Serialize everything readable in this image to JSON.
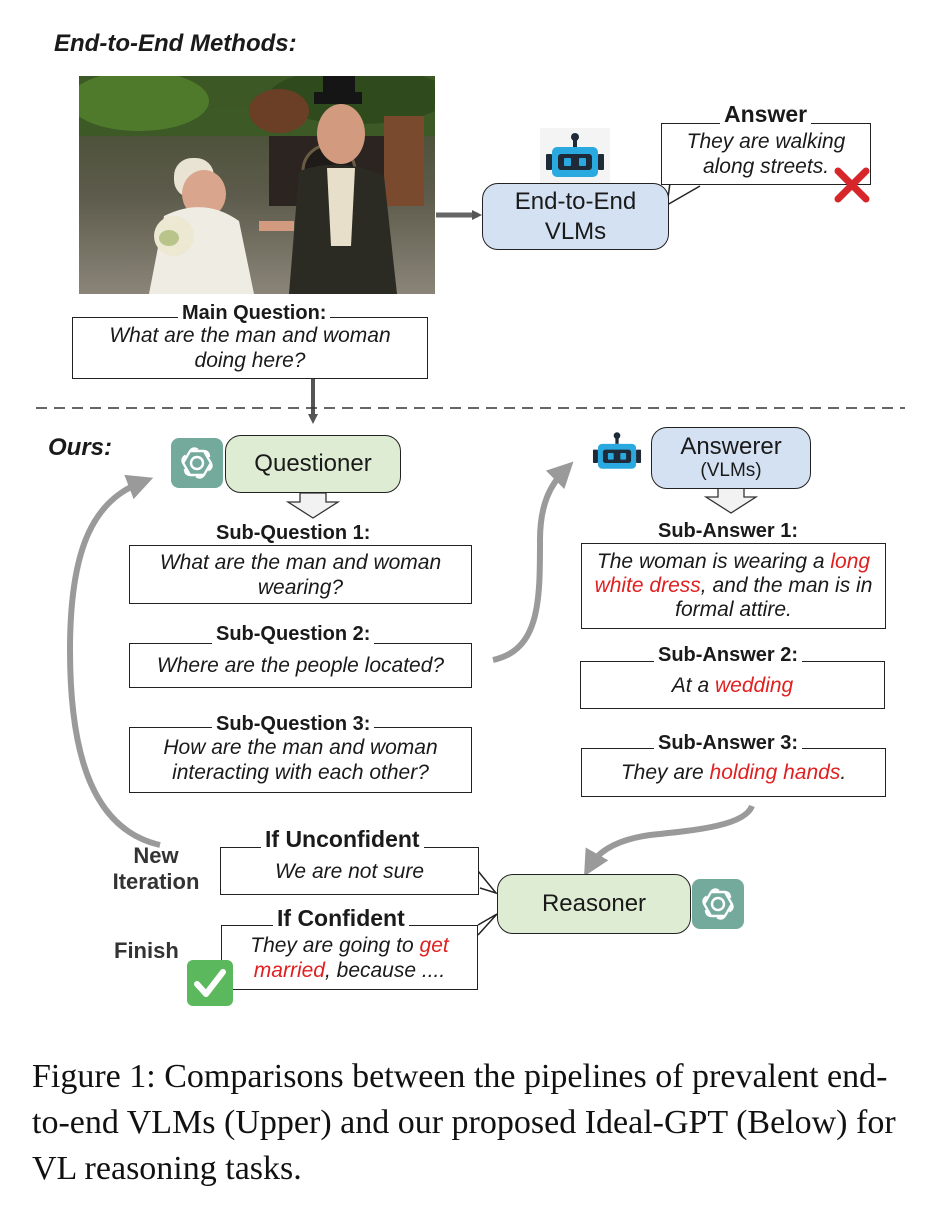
{
  "upper": {
    "section_title": "End-to-End Methods:",
    "vlm_label_line1": "End-to-End",
    "vlm_label_line2": "VLMs",
    "answer_label": "Answer",
    "answer_text": "They are walking along streets.",
    "main_question_label": "Main Question:",
    "main_question_text": "What are the man and woman doing here?",
    "wrong_mark": "✕"
  },
  "ours": {
    "section_title": "Ours:",
    "questioner_label": "Questioner",
    "answerer_label": "Answerer",
    "answerer_sub": "(VLMs)",
    "reasoner_label": "Reasoner",
    "sub_questions": [
      {
        "label": "Sub-Question 1:",
        "text": "What are the man and woman wearing?"
      },
      {
        "label": "Sub-Question 2:",
        "text": "Where are the people located?"
      },
      {
        "label": "Sub-Question 3:",
        "text": "How are the man and woman interacting with each other?"
      }
    ],
    "sub_answers": [
      {
        "label": "Sub-Answer 1:",
        "pre": "The woman is wearing a ",
        "highlight": "long white dress",
        "post": ", and the man is in formal attire."
      },
      {
        "label": "Sub-Answer 2:",
        "pre": "At a ",
        "highlight": "wedding",
        "post": ""
      },
      {
        "label": "Sub-Answer 3:",
        "pre": "They are ",
        "highlight": "holding hands",
        "post": "."
      }
    ],
    "unconfident_label": "If Unconfident",
    "unconfident_text": "We are not sure",
    "confident_label": "If Confident",
    "confident_pre": "They are going to ",
    "confident_highlight": "get married",
    "confident_post": ", because ....",
    "new_iteration_line1": "New",
    "new_iteration_line2": "Iteration",
    "finish_label": "Finish",
    "check_mark": "✓"
  },
  "caption": "Figure 1: Comparisons between the pipelines of prevalent end-to-end VLMs (Upper) and our proposed Ideal-GPT (Below) for VL reasoning tasks.",
  "colors": {
    "green_fill": "#dfecd4",
    "blue_fill": "#d4e1f2",
    "highlight_red": "#e02020",
    "gpt_teal": "#74aa9c",
    "robot_blue": "#29a9e0",
    "arrow_gray": "#8a8a8a"
  },
  "icons": [
    "robot-icon",
    "gpt-logo-icon",
    "cross-mark-icon",
    "check-mark-icon"
  ]
}
